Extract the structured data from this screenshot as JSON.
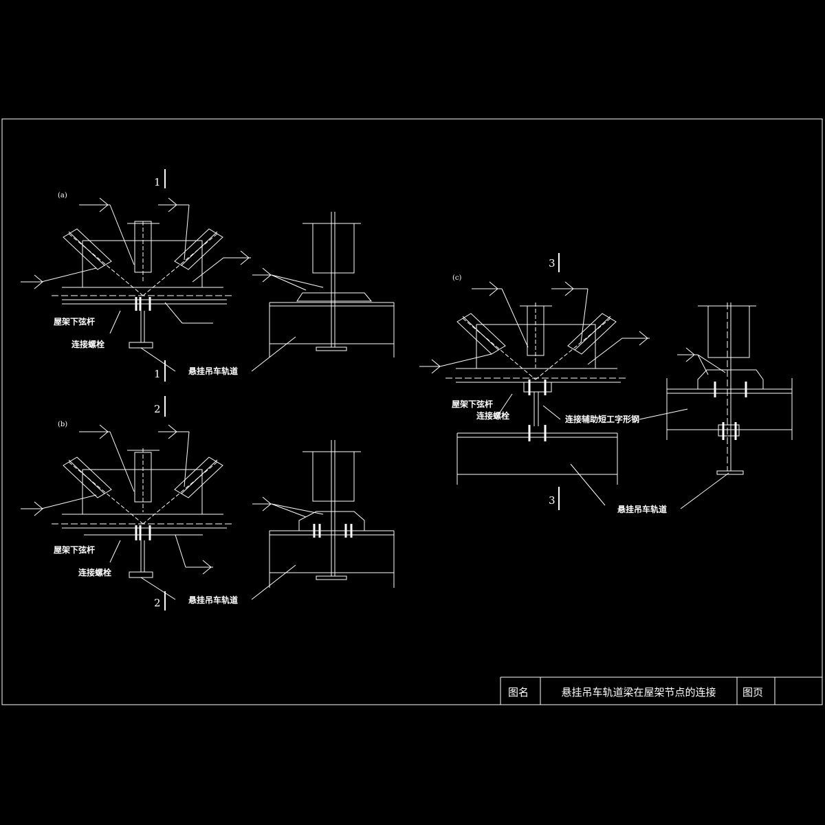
{
  "colors": {
    "background": "#000000",
    "line": "#ffffff"
  },
  "title_block": {
    "name_label": "图名",
    "title": "悬挂吊车轨道梁在屋架节点的连接",
    "page_label": "图页",
    "page_value": ""
  },
  "details": {
    "a": {
      "tag": "(a)",
      "section_top": "1",
      "section_bottom": "1",
      "label_chord": "屋架下弦杆",
      "label_bolt": "连接螺栓",
      "label_track": "悬挂吊车轨道"
    },
    "b": {
      "tag": "(b)",
      "section_top": "2",
      "section_bottom": "2",
      "label_chord": "屋架下弦杆",
      "label_bolt": "连接螺栓",
      "label_track": "悬挂吊车轨道"
    },
    "c": {
      "tag": "(c)",
      "section_top": "3",
      "section_bottom": "3",
      "label_chord": "屋架下弦杆",
      "label_bolt": "连接螺栓",
      "label_aux": "连接辅助短工字形钢",
      "label_track": "悬挂吊车轨道"
    }
  }
}
